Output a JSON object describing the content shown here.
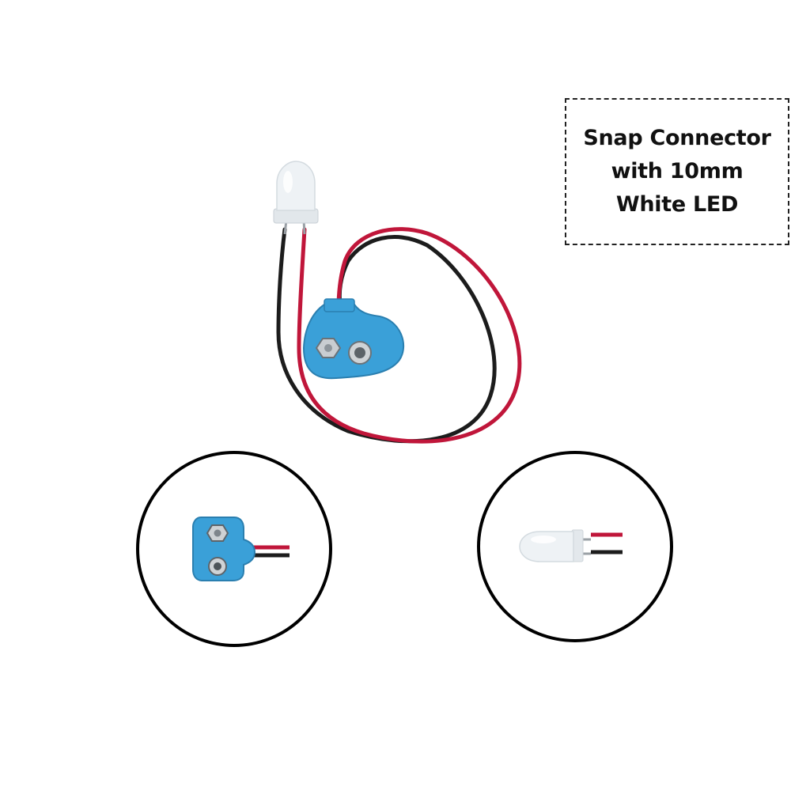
{
  "label": {
    "lines": [
      "Snap Connector",
      "with 10mm",
      "White LED"
    ]
  },
  "colors": {
    "background": "#ffffff",
    "wire_red": "#c0163a",
    "wire_black": "#1c1c1c",
    "connector_blue": "#3aa0d8",
    "led_white": "#ecf0f3",
    "circle_stroke": "#000000"
  },
  "icons": {
    "main": "led-snap-connector-assembly",
    "zoom_left": "battery-snap-connector",
    "zoom_right": "white-led"
  }
}
